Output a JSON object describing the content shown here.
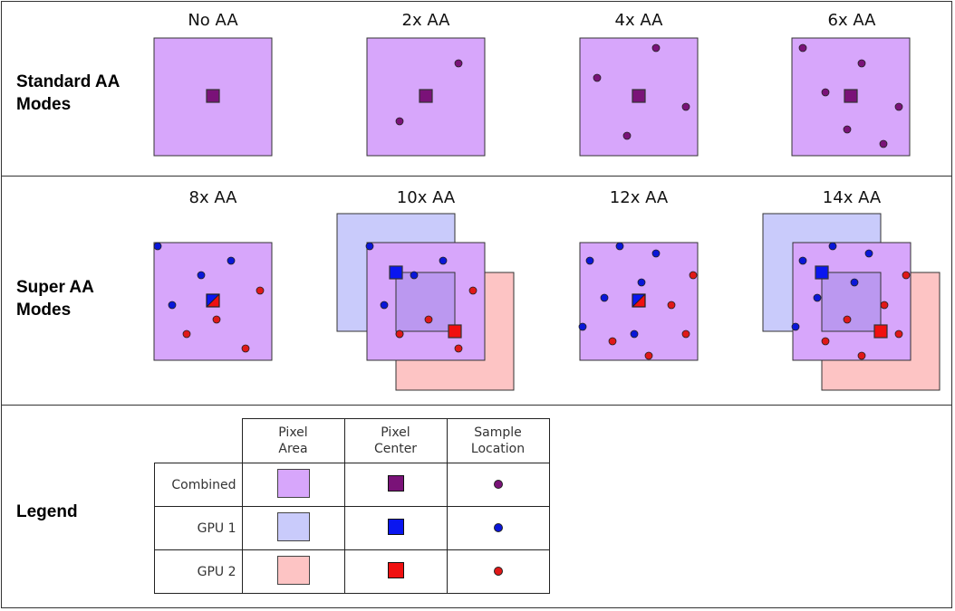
{
  "rows": {
    "standard_label": "Standard AA\nModes",
    "super_label": "Super AA\nModes",
    "legend_label": "Legend"
  },
  "modes": {
    "standard": [
      "No AA",
      "2x AA",
      "4x AA",
      "6x AA"
    ],
    "super": [
      "8x AA",
      "10x AA",
      "12x AA",
      "14x AA"
    ]
  },
  "colors": {
    "combined_area": "#d7a6fb",
    "combined_center": "#7a1278",
    "combined_sample": "#7a1278",
    "gpu1_area": "#c9cbfb",
    "gpu1_center": "#0a16f0",
    "gpu1_sample": "#0a16d8",
    "gpu2_area": "#fdc4c4",
    "gpu2_center": "#f01010",
    "gpu2_sample": "#e01818",
    "overlap_area": "#bb98f0"
  },
  "legend": {
    "columns": [
      "Pixel\nArea",
      "Pixel\nCenter",
      "Sample\nLocation"
    ],
    "rows": [
      "Combined",
      "GPU 1",
      "GPU 2"
    ]
  }
}
